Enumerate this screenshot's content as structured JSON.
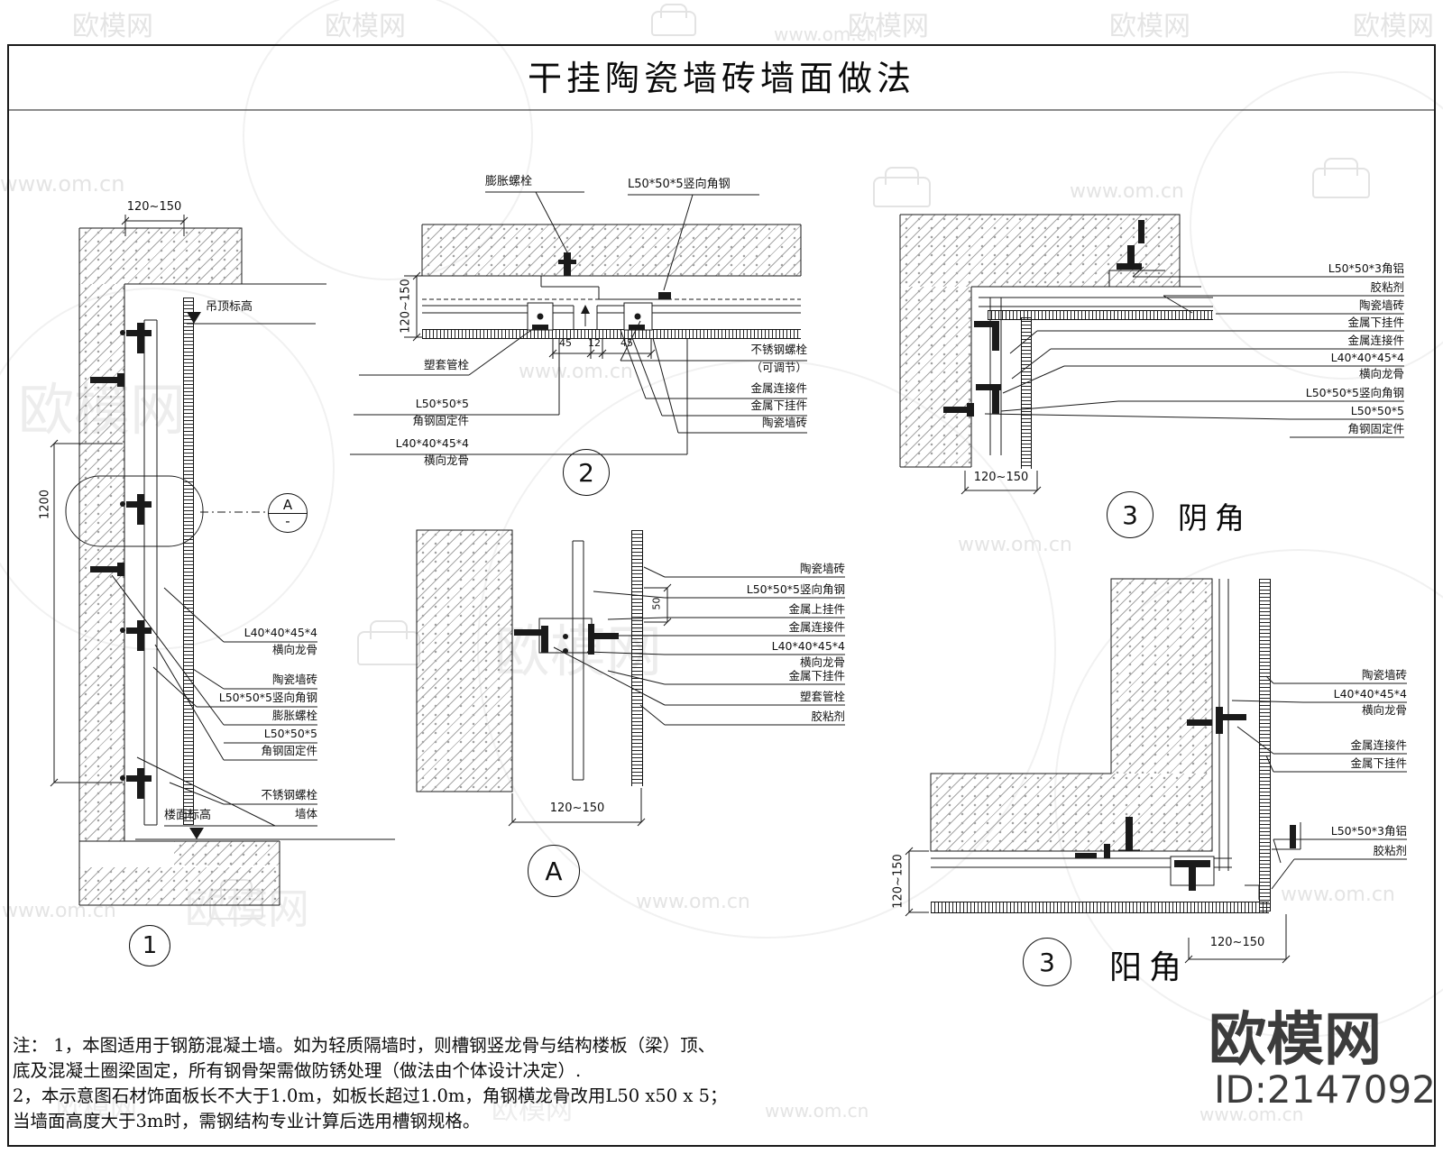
{
  "sheet": {
    "title": "干挂陶瓷墙砖墙面做法"
  },
  "brand": {
    "name": "欧模网",
    "id": "ID:2147092",
    "url": "www.om.cn"
  },
  "notes": {
    "l1": "注：  1，本图适用于钢筋混凝土墙。如为轻质隔墙时，则槽钢竖龙骨与结构楼板（梁）顶、",
    "l2": "底及混凝土圈梁固定，所有钢骨架需做防锈处理（做法由个体设计决定）.",
    "l3": "2，本示意图石材饰面板长不大于1.0m，如板长超过1.0m，角钢横龙骨改用L50 x50 x 5；",
    "l4": "当墙面高度大于3m时，需钢结构专业计算后选用槽钢规格。"
  },
  "d1": {
    "num": "1",
    "dim_top": "120~150",
    "dim_left": "1200",
    "ceiling_level": "吊顶标高",
    "floor_level": "楼面标高",
    "section_letter": "A",
    "section_sub": "-",
    "labels": [
      "L40*40*45*4",
      "横向龙骨",
      "陶瓷墙砖",
      "L50*50*5竖向角钢",
      "膨胀螺栓",
      "L50*50*5",
      "角钢固定件",
      "不锈钢螺栓",
      "墙体"
    ]
  },
  "d2": {
    "num": "2",
    "top_labels": [
      "膨胀螺栓",
      "L50*50*5竖向角钢"
    ],
    "left_labels": [
      "塑套管栓",
      "L50*50*5",
      "角钢固定件",
      "L40*40*45*4",
      "横向龙骨"
    ],
    "right_labels": [
      "不锈钢螺栓",
      "（可调节）",
      "金属连接件",
      "金属下挂件",
      "陶瓷墙砖"
    ],
    "dim_left": "120~150",
    "dims": [
      "45",
      "12",
      "45"
    ]
  },
  "d3yin": {
    "num": "3",
    "name": "阴角",
    "dim_bottom": "120~150",
    "labels": [
      "L50*50*3角铝",
      "胶粘剂",
      "陶瓷墙砖",
      "金属下挂件",
      "金属连接件",
      "L40*40*45*4",
      "横向龙骨",
      "L50*50*5竖向角钢",
      "L50*50*5",
      "角钢固定件"
    ]
  },
  "dA": {
    "letter": "A",
    "dim_small": "50",
    "dim_bottom": "120~150",
    "labels": [
      "陶瓷墙砖",
      "L50*50*5竖向角钢",
      "金属上挂件",
      "金属连接件",
      "L40*40*45*4",
      "横向龙骨",
      "金属下挂件",
      "塑套管栓",
      "胶粘剂"
    ]
  },
  "d3yang": {
    "num": "3",
    "name": "阳角",
    "dim_left": "120~150",
    "dim_bottom": "120~150",
    "labels": [
      "陶瓷墙砖",
      "L40*40*45*4",
      "横向龙骨",
      "金属连接件",
      "金属下挂件",
      "L50*50*3角铝",
      "胶粘剂"
    ]
  }
}
